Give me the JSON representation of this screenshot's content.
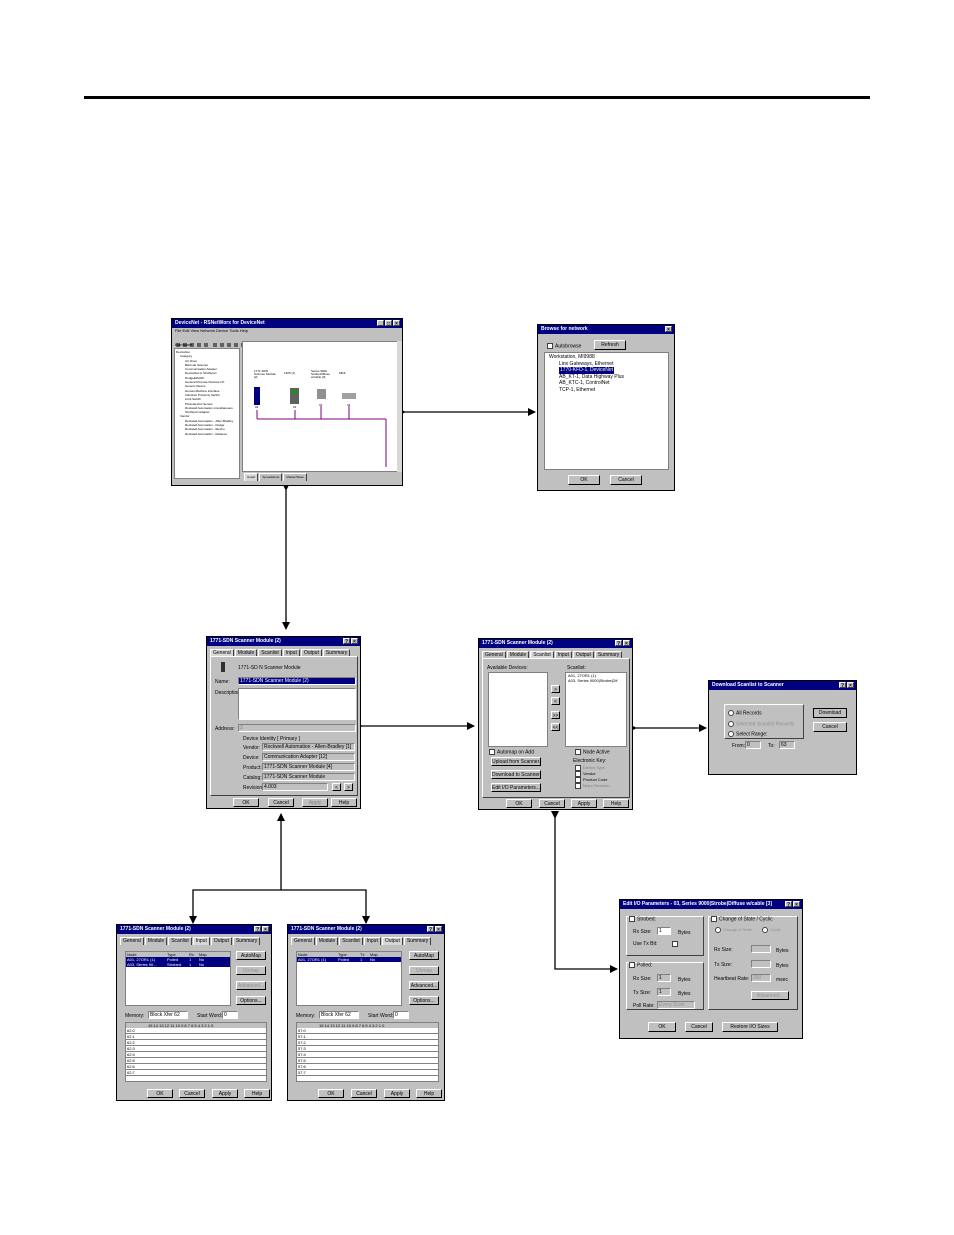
{
  "main_window": {
    "title": "DeviceNet - RSNetWorx for DeviceNet",
    "menu": "File  Edit  View  Network  Device  Tools  Help",
    "hardware_label": "Hardware",
    "tree": [
      "DeviceNet",
      "Category",
      "AC Drive",
      "Barcode Scanner",
      "Communication Adapter",
      "DeviceNet to SCANport",
      "DodgeEZLINK",
      "General Purpose Discrete I/O",
      "Generic Device",
      "Human-Machine Interface",
      "Inductive Proximity Switch",
      "Limit Switch",
      "Photoelectric Sensor",
      "Rockwell Automation miscellaneous",
      "SCANport Adapter",
      "Vendor",
      "Rockwell Automation - Allen-Bradley",
      "Rockwell Automation - Dodge",
      "Rockwell Automation - Electro",
      "Rockwell Automation - Reliance"
    ],
    "nodes": [
      {
        "label": "1771-SDN Scanner Module [2]",
        "addr": "02"
      },
      {
        "label": "1305 (1)",
        "addr": "01"
      },
      {
        "label": "Series 9000 Strobe/Diffuse w/cable [3]",
        "addr": "03"
      },
      {
        "label": "MINI",
        "addr": "04"
      }
    ],
    "tabs": [
      "Graph",
      "Spreadsheet",
      "Master/Slave"
    ]
  },
  "browse_dialog": {
    "title": "Browse for network",
    "autobrowse": "Autobrowse",
    "refresh": "Refresh",
    "tree": [
      "Workstation, MI9988",
      "Linx Gateways, Ethernet",
      "1770-KFD-1, DeviceNet",
      "AB_KT-1, Data Highway Plus",
      "AB_KTC-1, ControlNet",
      "TCP-1, Ethernet"
    ],
    "ok": "OK",
    "cancel": "Cancel"
  },
  "general_dialog": {
    "title": "1771-SDN Scanner Module (2)",
    "tabs": [
      "General",
      "Module",
      "Scanlist",
      "Input",
      "Output",
      "Summary"
    ],
    "device_name": "1771-SD N Scanner Module",
    "name_label": "Name:",
    "name_value": "1771-SDN Scanner Module (2)",
    "description_label": "Description:",
    "address_label": "Address:",
    "address_value": "2",
    "identity_label": "Device Identity [ Primary ]",
    "vendor_label": "Vendor:",
    "vendor_value": "Rockwell Automation - Allen-Bradley [1]",
    "device_label": "Device:",
    "device_value": "Communication Adapter [12]",
    "product_label": "Product:",
    "product_value": "1771-SDN Scanner Module [4]",
    "catalog_label": "Catalog:",
    "catalog_value": "1771-SDN Scanner Module",
    "revision_label": "Revision:",
    "revision_value": "4.003",
    "buttons": [
      "OK",
      "Cancel",
      "Apply",
      "Help"
    ]
  },
  "scanlist_dialog": {
    "title": "1771-SDN Scanner Module (2)",
    "tabs": [
      "General",
      "Module",
      "Scanlist",
      "Input",
      "Output",
      "Summary"
    ],
    "available_label": "Available Devices:",
    "scanlist_label": "Scanlist:",
    "scanlist_items": [
      "A01, 27OR1 (1)",
      "A03, Series 9000|Strobe|Dif"
    ],
    "move_buttons": [
      ">",
      "<",
      ">>",
      "<<"
    ],
    "automap": "Automap on Add",
    "upload": "Upload from Scanner...",
    "download": "Download to Scanner...",
    "edit_io": "Edit I/O Parameters...",
    "node_active": "Node Active",
    "keying_label": "Electronic Key:",
    "keys": [
      "Device Type",
      "Vendor",
      "Product Code",
      "Major Revision"
    ],
    "buttons": [
      "OK",
      "Cancel",
      "Apply",
      "Help"
    ]
  },
  "download_dialog": {
    "title": "Download Scanlist to Scanner",
    "options": [
      "All Records",
      "Selected Scanlist Records",
      "Select Range:"
    ],
    "from_label": "From:",
    "to_label": "To:",
    "from_value": "0",
    "to_value": "63",
    "download": "Download",
    "cancel": "Cancel"
  },
  "input_dialog": {
    "title": "1771-SDN Scanner Module (2)",
    "tabs": [
      "General",
      "Module",
      "Scanlist",
      "Input",
      "Output",
      "Summary"
    ],
    "columns": [
      "Node",
      "Type",
      "Rx",
      "Map"
    ],
    "rows": [
      [
        "A01, 27OR1 (1)",
        "Polled",
        "1",
        "No"
      ],
      [
        "A03, Series 90...",
        "Strobed",
        "1",
        "No"
      ]
    ],
    "side_buttons": [
      "AutoMap",
      "Unmap",
      "Advanced...",
      "Options..."
    ],
    "memory_label": "Memory:",
    "memory_value": "Block Xfer 62",
    "start_word_label": "Start Word:",
    "start_word": "0",
    "bits": "15 14 13 12 11 10 9 8 7 6 5 4 3 2 1 0",
    "grid_rows": [
      "62:0",
      "62:1",
      "62:2",
      "62:3",
      "62:4",
      "62:5",
      "62:6",
      "62:7"
    ],
    "buttons": [
      "OK",
      "Cancel",
      "Apply",
      "Help"
    ]
  },
  "output_dialog": {
    "title": "1771-SDN Scanner Module (2)",
    "tabs": [
      "General",
      "Module",
      "Scanlist",
      "Input",
      "Output",
      "Summary"
    ],
    "columns": [
      "Node",
      "Type",
      "Tx",
      "Map"
    ],
    "rows": [
      [
        "A01, 27OR1 (1)",
        "Polled",
        "1",
        "No"
      ]
    ],
    "side_buttons": [
      "AutoMap",
      "Unmap",
      "Advanced...",
      "Options..."
    ],
    "memory_label": "Memory:",
    "memory_value": "Block Xfer 62",
    "start_word_label": "Start Word:",
    "start_word": "0",
    "bits": "15 14 13 12 11 10 9 8 7 6 5 4 3 2 1 0",
    "grid_rows": [
      "57:0",
      "57:1",
      "57:2",
      "57:3",
      "57:4",
      "57:5",
      "57:6",
      "57:7"
    ],
    "buttons": [
      "OK",
      "Cancel",
      "Apply",
      "Help"
    ]
  },
  "io_dialog": {
    "title": "Edit I/O Parameters - 03, Series 9000|Strobe|Diffuse w/cable [3]",
    "strobed": "Strobed:",
    "rx_size": "Rx Size:",
    "bytes": "Bytes",
    "use_tx_bit": "Use Tx Bit:",
    "polled": "Polled:",
    "tx_size": "Tx Size:",
    "poll_rate": "Poll Rate:",
    "poll_rate_value": "Every Scan",
    "cos": "Change of State / Cyclic",
    "cos_opts": [
      "Change of State",
      "Cyclic"
    ],
    "heartbeat": "Heartbeat Rate:",
    "heartbeat_value": "250",
    "msec": "msec",
    "advanced": "Advanced...",
    "size_value": "1",
    "buttons": [
      "OK",
      "Cancel",
      "Restore I/O Sizes"
    ]
  }
}
